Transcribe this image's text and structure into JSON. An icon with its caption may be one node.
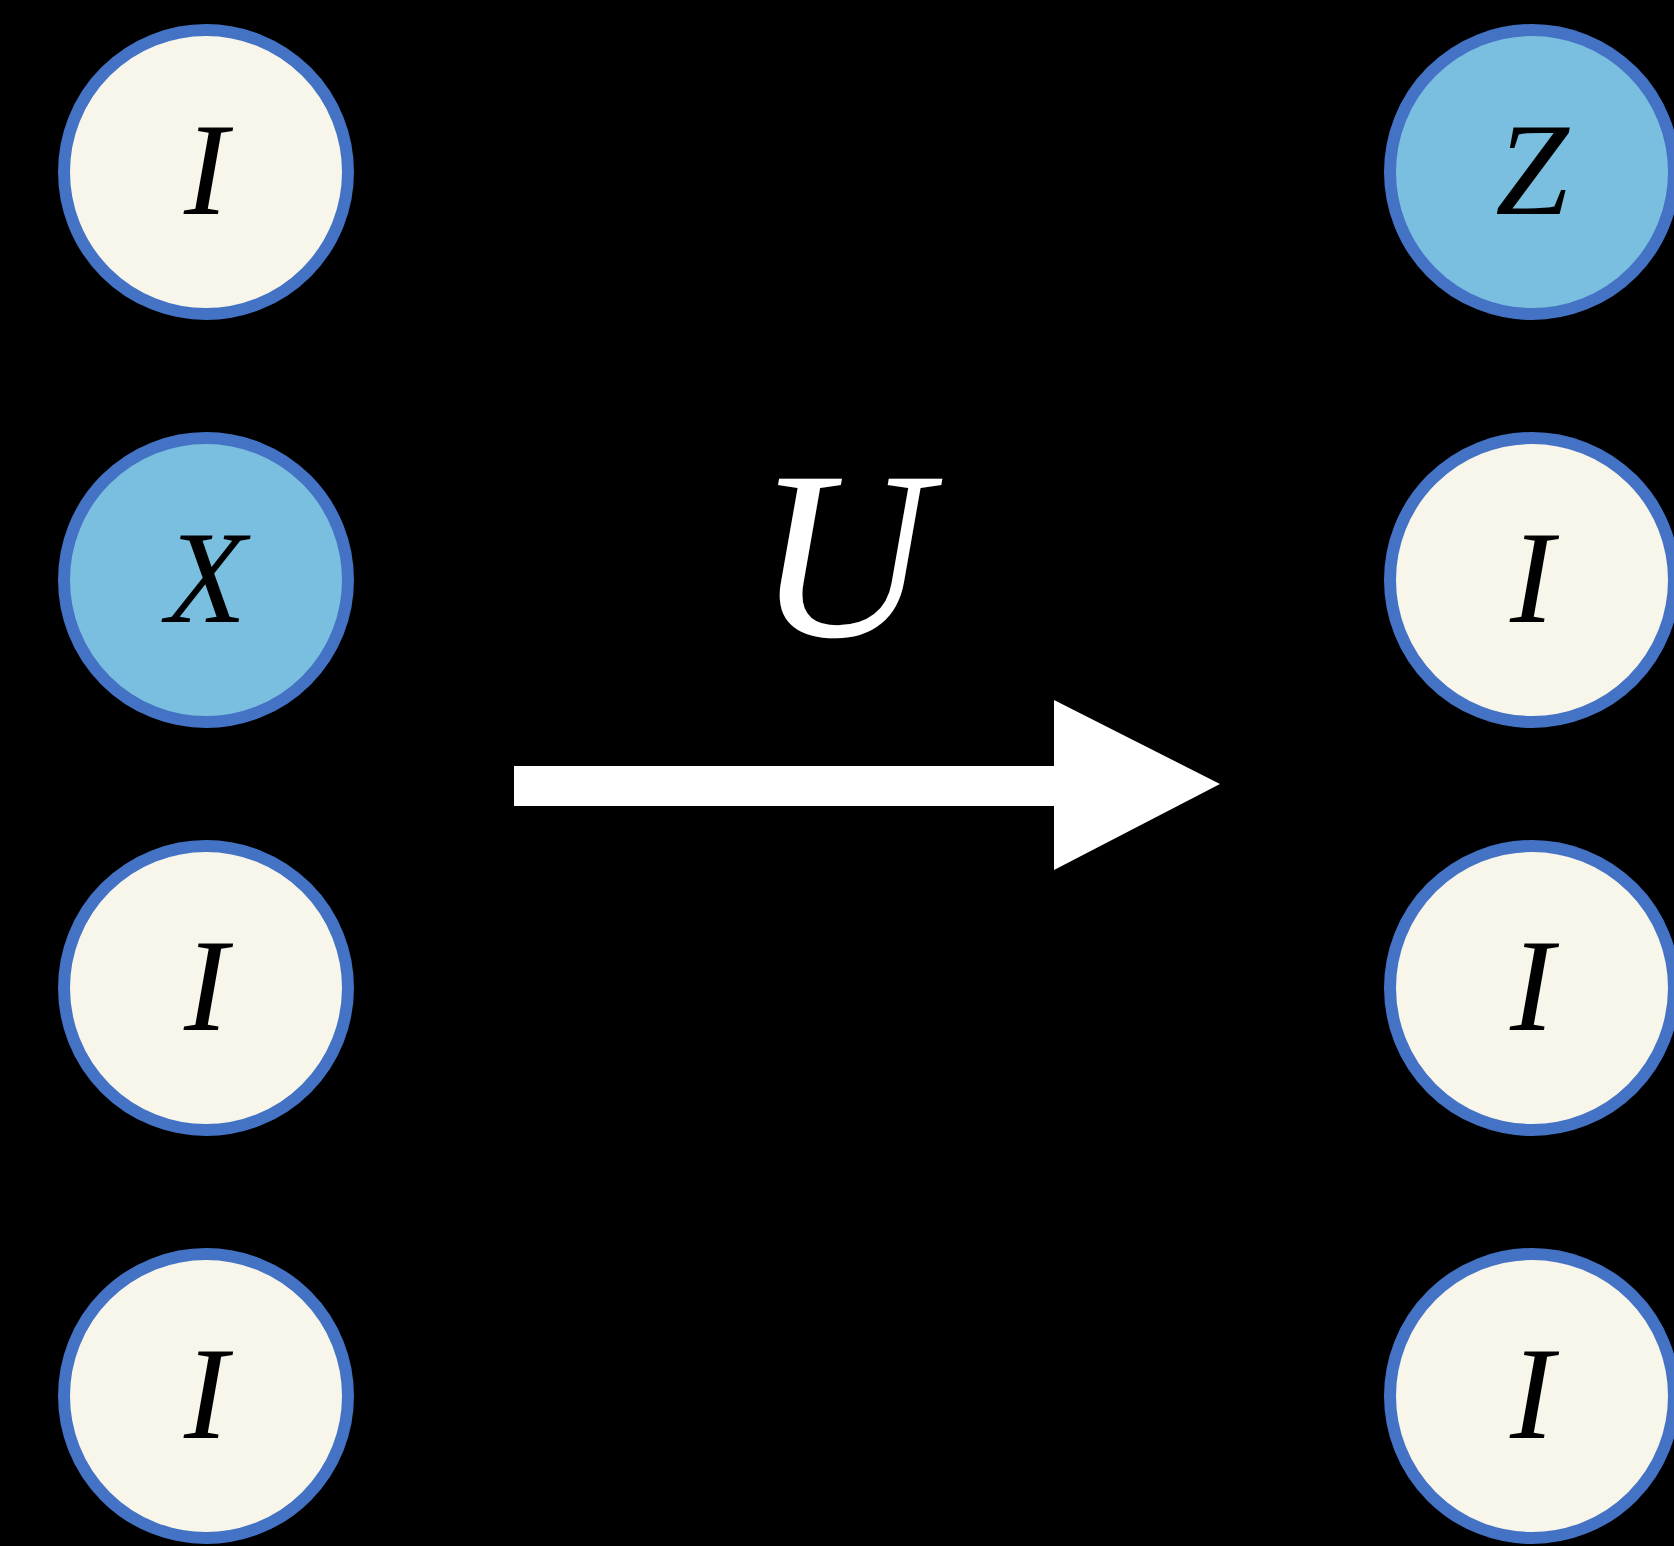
{
  "diagram": {
    "nodes": [
      {
        "text": [
          "I"
        ]
      },
      {
        "text": [
          "X"
        ]
      },
      {
        "text": [
          "I"
        ]
      },
      {
        "text": [
          "I"
        ]
      },
      {
        "text": [
          "Z"
        ]
      },
      {
        "text": [
          "I"
        ]
      },
      {
        "text": [
          "I"
        ]
      },
      {
        "text": [
          "I"
        ]
      }
    ],
    "labels": [
      "U"
    ]
  }
}
